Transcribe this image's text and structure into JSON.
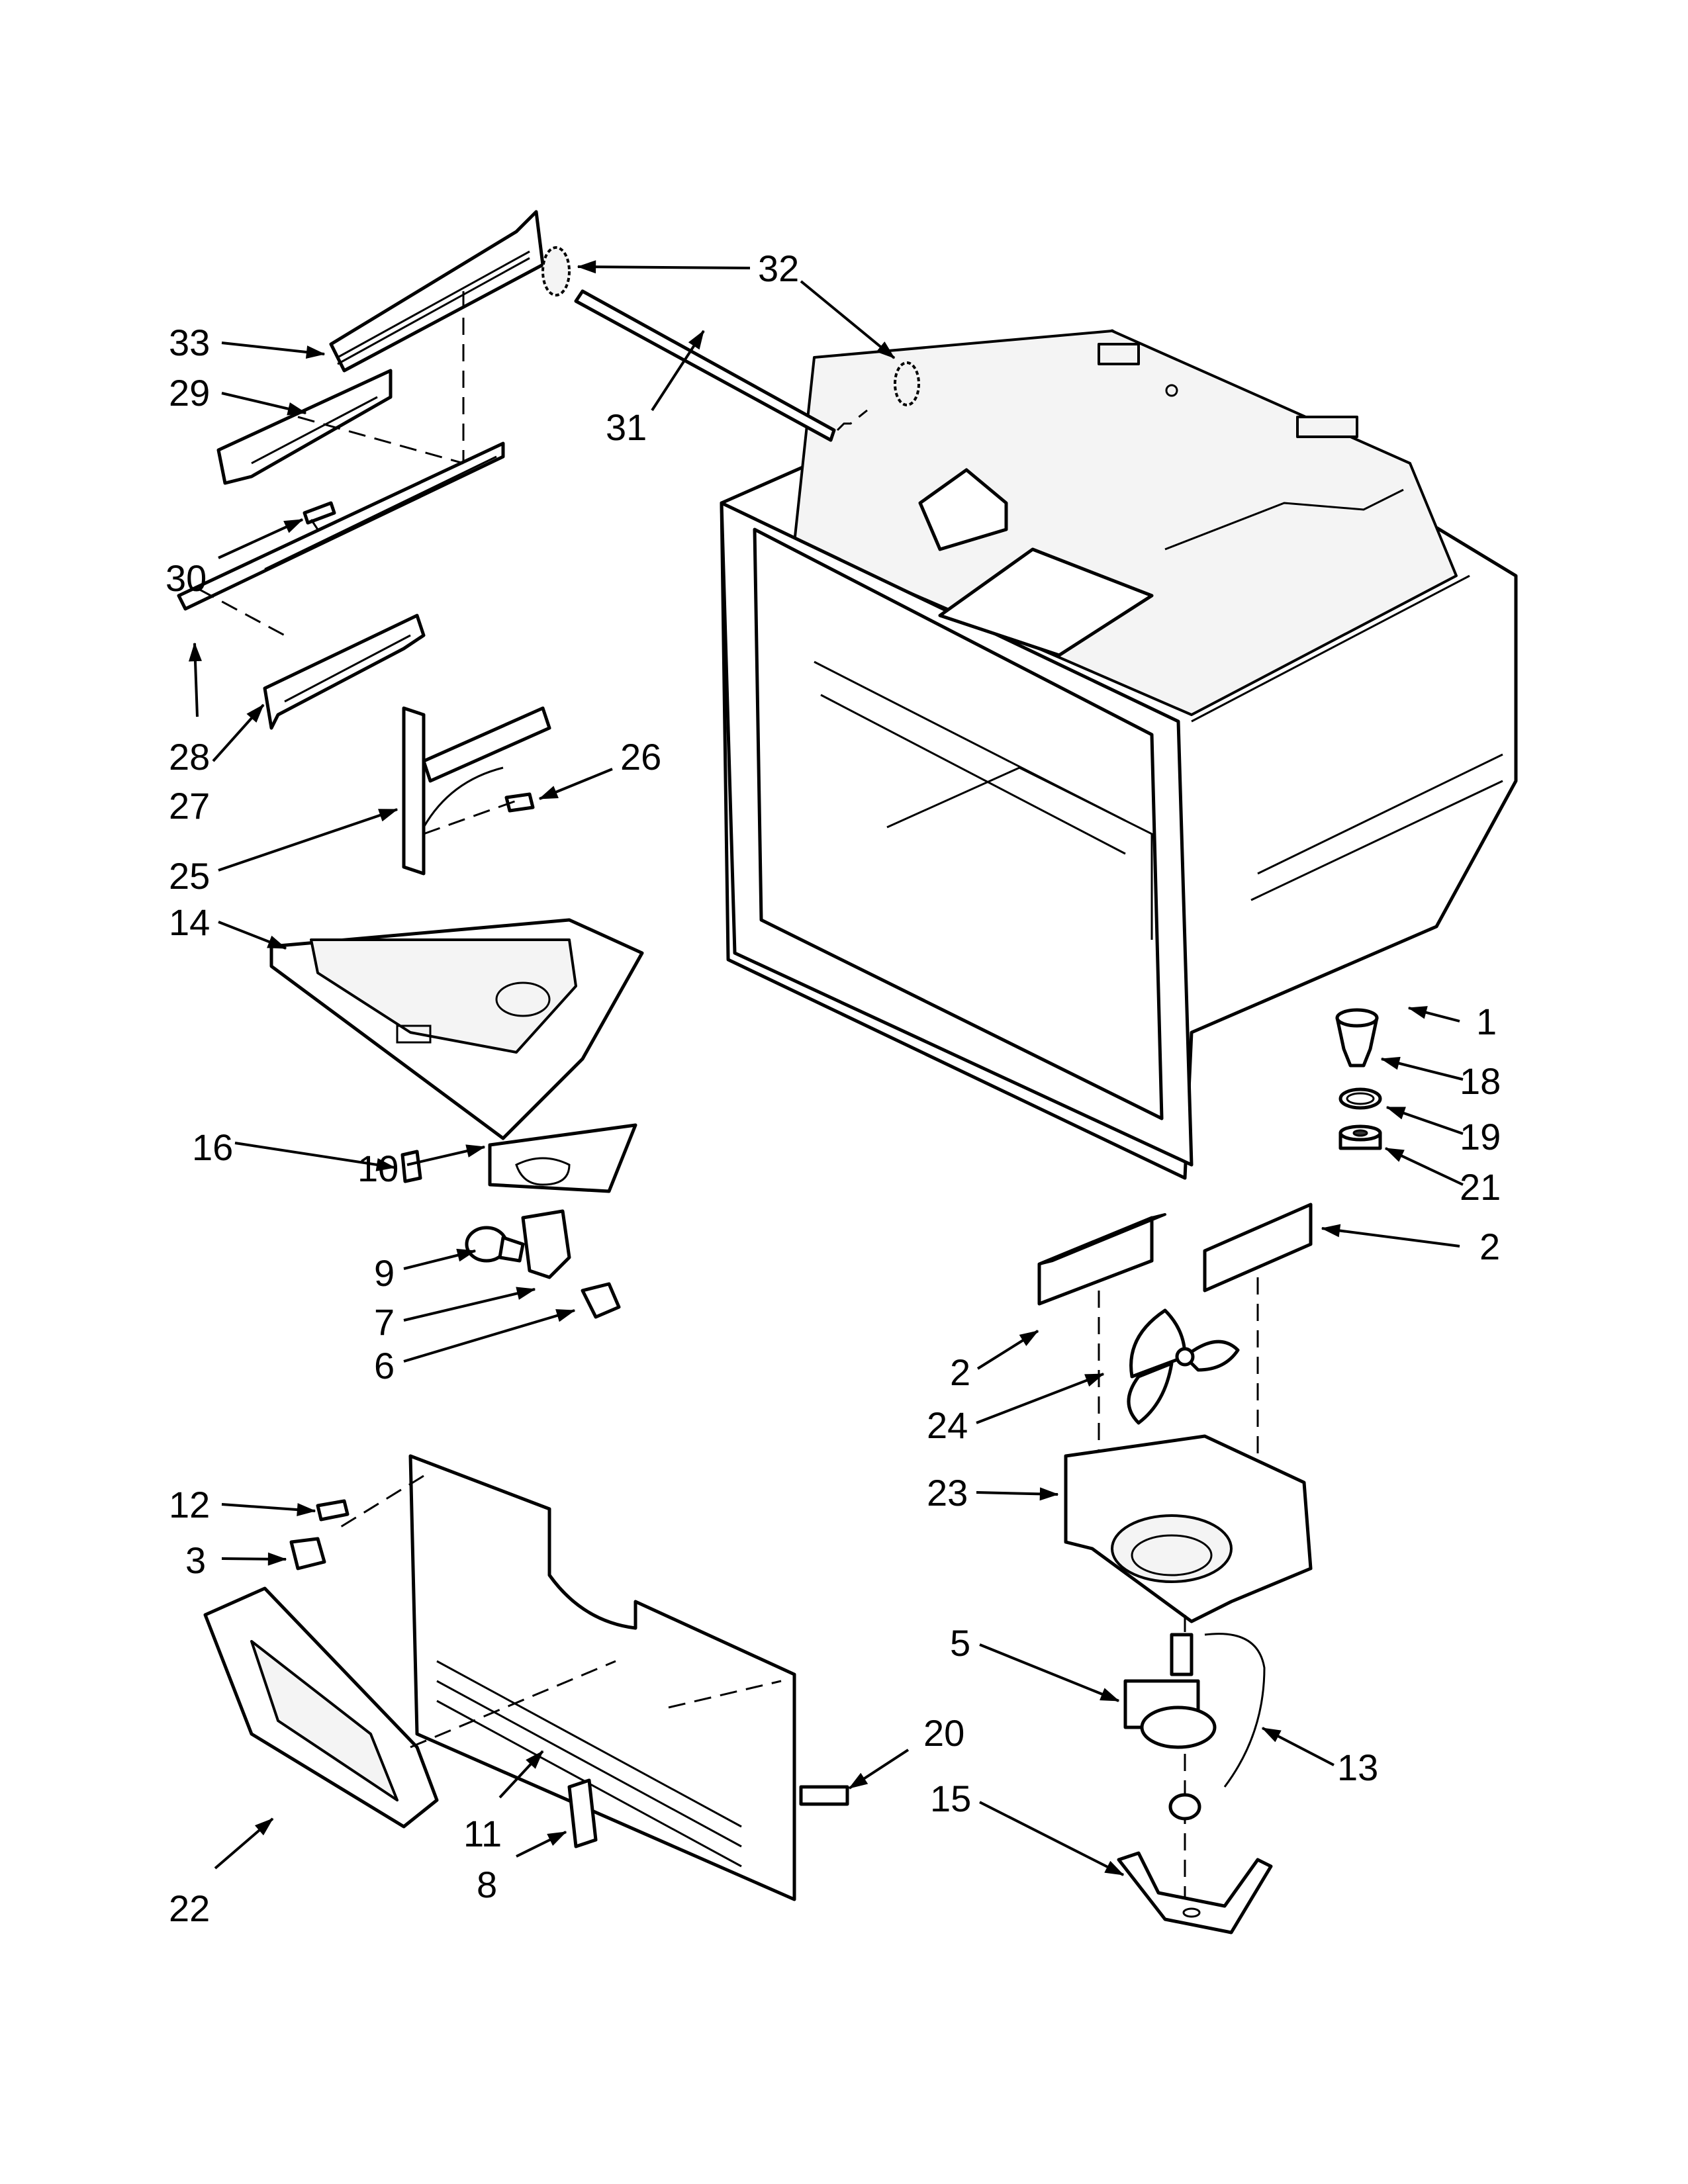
{
  "diagram": {
    "callouts": [
      {
        "id": "1"
      },
      {
        "id": "2a"
      },
      {
        "id": "2b"
      },
      {
        "id": "3"
      },
      {
        "id": "5"
      },
      {
        "id": "6"
      },
      {
        "id": "7"
      },
      {
        "id": "8"
      },
      {
        "id": "9"
      },
      {
        "id": "10"
      },
      {
        "id": "11"
      },
      {
        "id": "12"
      },
      {
        "id": "13"
      },
      {
        "id": "14"
      },
      {
        "id": "15"
      },
      {
        "id": "16"
      },
      {
        "id": "18"
      },
      {
        "id": "19"
      },
      {
        "id": "20"
      },
      {
        "id": "21"
      },
      {
        "id": "22"
      },
      {
        "id": "23"
      },
      {
        "id": "24"
      },
      {
        "id": "25"
      },
      {
        "id": "26"
      },
      {
        "id": "27"
      },
      {
        "id": "28"
      },
      {
        "id": "29"
      },
      {
        "id": "30"
      },
      {
        "id": "31"
      },
      {
        "id": "32"
      },
      {
        "id": "33"
      }
    ],
    "labels": {
      "c1": "1",
      "c2a": "2",
      "c2b": "2",
      "c3": "3",
      "c5": "5",
      "c6": "6",
      "c7": "7",
      "c8": "8",
      "c9": "9",
      "c10": "10",
      "c11": "11",
      "c12": "12",
      "c13": "13",
      "c14": "14",
      "c15": "15",
      "c16": "16",
      "c18": "18",
      "c19": "19",
      "c20": "20",
      "c21": "21",
      "c22": "22",
      "c23": "23",
      "c24": "24",
      "c25": "25",
      "c26": "26",
      "c27": "27",
      "c28": "28",
      "c29": "29",
      "c30": "30",
      "c31": "31",
      "c32": "32",
      "c33": "33"
    }
  }
}
